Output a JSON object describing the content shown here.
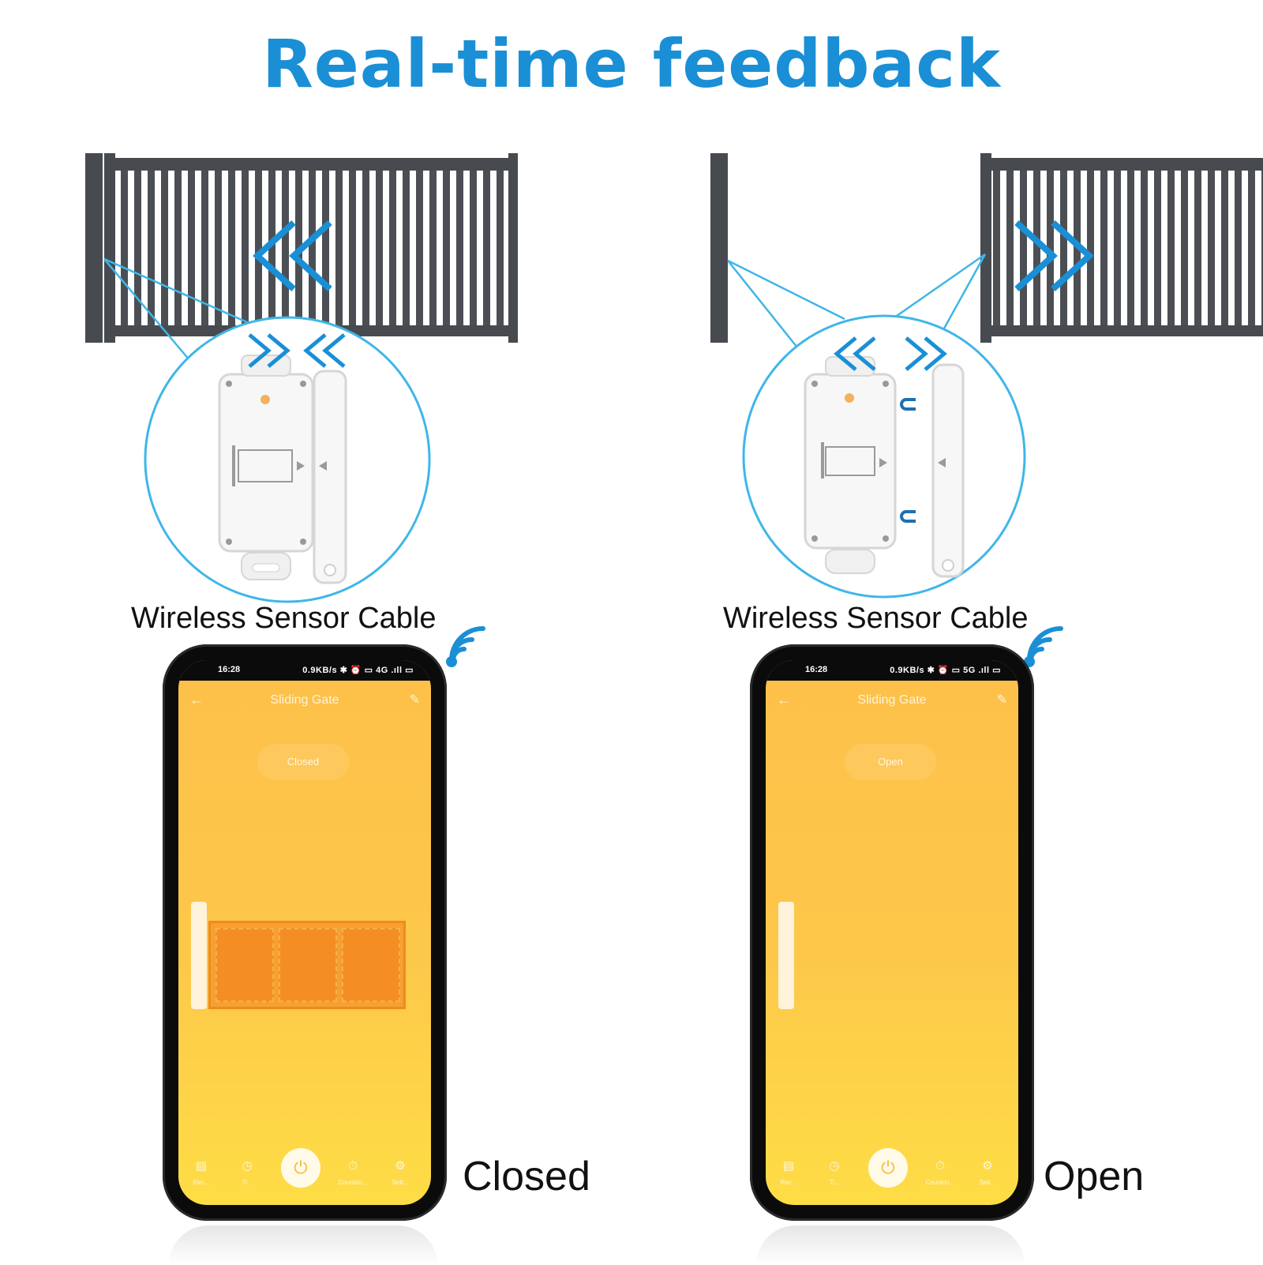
{
  "header": {
    "title": "Real-time feedback"
  },
  "colors": {
    "accent": "#1a8fd6",
    "circle": "#3fb6e8",
    "app_bg": "#fdc84a",
    "gate_orange": "#f48e24"
  },
  "panels": [
    {
      "caption": "Wireless Sensor Cable",
      "state_label": "Closed",
      "phone": {
        "status_time": "16:28",
        "status_net": "0.9KB/s ✱ ⏰ ▭ 4G .ıll ▭",
        "app_title": "Sliding Gate",
        "status_pill": "Closed",
        "nav": [
          "Rec...",
          "Ti...",
          "Countdo...",
          "Sett..."
        ]
      }
    },
    {
      "caption": "Wireless Sensor Cable",
      "state_label": "Open",
      "phone": {
        "status_time": "16:28",
        "status_net": "0.9KB/s ✱ ⏰ ▭ 5G .ıll ▭",
        "app_title": "Sliding Gate",
        "status_pill": "Open",
        "nav": [
          "Rec...",
          "Ti...",
          "Countdo...",
          "Sett..."
        ]
      }
    }
  ],
  "icons": [
    "back-arrow-icon",
    "edit-icon",
    "records-icon",
    "clock-icon",
    "power-icon",
    "countdown-icon",
    "settings-icon",
    "wifi-icon",
    "chevron-left-icon",
    "chevron-right-icon",
    "magnet-icon"
  ]
}
